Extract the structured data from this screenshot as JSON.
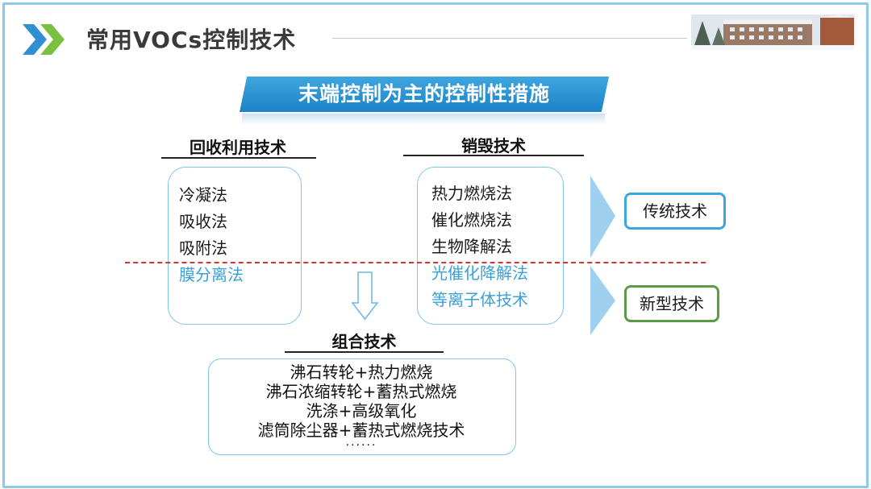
{
  "header": {
    "title": "常用VOCs控制技术"
  },
  "banner": {
    "text": "末端控制为主的控制性措施"
  },
  "recovery": {
    "label": "回收利用技术",
    "items": [
      {
        "text": "冷凝法",
        "kind": "traditional"
      },
      {
        "text": "吸收法",
        "kind": "traditional"
      },
      {
        "text": "吸附法",
        "kind": "traditional"
      },
      {
        "text": "膜分离法",
        "kind": "new"
      }
    ]
  },
  "destruction": {
    "label": "销毁技术",
    "items": [
      {
        "text": "热力燃烧法",
        "kind": "traditional"
      },
      {
        "text": "催化燃烧法",
        "kind": "traditional"
      },
      {
        "text": "生物降解法",
        "kind": "traditional"
      },
      {
        "text": "光催化降解法",
        "kind": "new"
      },
      {
        "text": "等离子体技术",
        "kind": "new"
      }
    ]
  },
  "combined": {
    "label": "组合技术",
    "items": [
      "沸石转轮+热力燃烧",
      "沸石浓缩转轮+蓄热式燃烧",
      "洗涤+高级氧化",
      "滤筒除尘器+蓄热式燃烧技术",
      "······"
    ]
  },
  "tags": {
    "traditional": "传统技术",
    "new": "新型技术"
  },
  "colors": {
    "accent_blue": "#3aa7dd",
    "new_item_blue": "#3aa0d8",
    "new_tag_green": "#5a9a48",
    "divider_red": "#d63434",
    "banner_blue": "#1c83c6"
  }
}
